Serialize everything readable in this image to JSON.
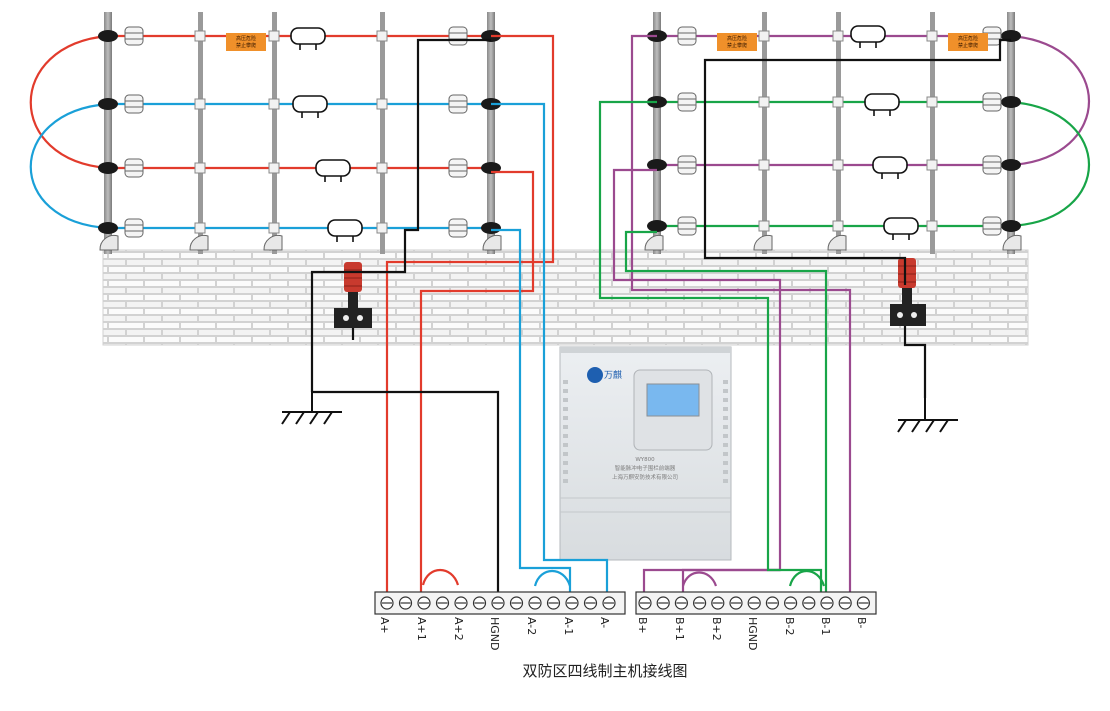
{
  "caption": "双防区四线制主机接线图",
  "controller": {
    "brand": "万麒",
    "model": "WY800",
    "line1": "智能脉冲电子围栏前端器",
    "line2": "上海万麒安防技术有限公司"
  },
  "signs": {
    "left": [
      "高压危险",
      "禁止攀爬"
    ],
    "right": [
      "高压危险",
      "禁止攀爬"
    ]
  },
  "terminals": {
    "a_labels": [
      "A+",
      "A+1",
      "A+2",
      "HGND",
      "A-2",
      "A-1",
      "A-"
    ],
    "b_labels": [
      "B+",
      "B+1",
      "B+2",
      "HGND",
      "B-2",
      "B-1",
      "B-"
    ]
  },
  "colors": {
    "zone_a_plus": "#e23b2c",
    "zone_a_minus": "#1aa0d8",
    "zone_b_plus": "#9b4a8f",
    "zone_b_minus": "#18a548",
    "ground": "#111111",
    "insulator_dark": "#1a1a1a",
    "lightning": "#c83a2e"
  }
}
